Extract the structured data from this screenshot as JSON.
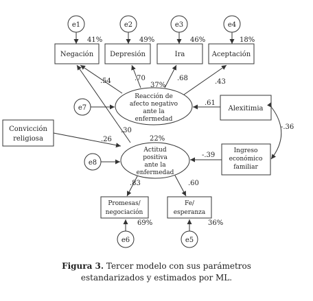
{
  "errors": {
    "e1": "e1",
    "e2": "e2",
    "e3": "e3",
    "e4": "e4",
    "e5": "e5",
    "e6": "e6",
    "e7": "e7",
    "e8": "e8"
  },
  "indicators": {
    "negacion": {
      "label": "Negación",
      "r2": "41%"
    },
    "depresion": {
      "label": "Depresión",
      "r2": "49%"
    },
    "ira": {
      "label": "Ira",
      "r2": "46%"
    },
    "aceptacion": {
      "label": "Aceptación",
      "r2": "18%"
    },
    "promesas": {
      "line1": "Promesas/",
      "line2": "negociación",
      "r2": "69%"
    },
    "fe": {
      "line1": "Fe/",
      "line2": "esperanza",
      "r2": "36%"
    }
  },
  "latent": {
    "reaccion": {
      "line1": "Reacción de",
      "line2": "afecto negativo",
      "line3": "ante la",
      "line4": "enfermedad",
      "r2": "37%"
    },
    "actitud": {
      "line1": "Actitud",
      "line2": "positiva",
      "line3": "ante la",
      "line4": "enfermedad",
      "r2": "22%"
    }
  },
  "exogenous": {
    "conviccion": {
      "line1": "Convicción",
      "line2": "religiosa"
    },
    "alexitimia": {
      "label": "Alexitimia"
    },
    "ingreso": {
      "line1": "Ingreso",
      "line2": "económico",
      "line3": "familiar"
    }
  },
  "coefficients": {
    "reaccion_negacion": ".54",
    "reaccion_depresion": ".70",
    "reaccion_ira": ".68",
    "reaccion_aceptacion": ".43",
    "alexitimia_reaccion": ".61",
    "actitud_negacion": ".30",
    "conviccion_actitud": ".26",
    "ingreso_actitud": "-.39",
    "alexitimia_ingreso_cov": "-.36",
    "actitud_promesas": ".83",
    "actitud_fe": ".60"
  },
  "caption": {
    "label": "Figura 3.",
    "text_line1": " Tercer modelo con sus parámetros",
    "text_line2": "estandarizados y estimados por ML."
  }
}
